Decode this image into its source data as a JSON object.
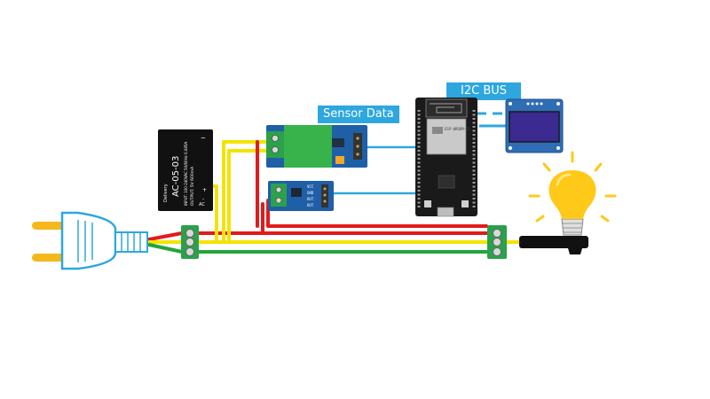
{
  "labels": {
    "sensor_data": "Sensor Data",
    "i2c_bus": "I2C BUS"
  },
  "power_module": {
    "model": "AC-05-03",
    "brand": "Delivery",
    "input_line": "INPUT: 100-240VAC 50/60Hz 0.085A",
    "output_line": "OUTPUT: 5V 600mA",
    "ac_label": "AC",
    "ac_symbol": "~",
    "dc_plus": "+",
    "dc_minus": "-"
  },
  "current_module": {
    "pins": [
      "VCC",
      "GND",
      "OUT",
      "OUT"
    ]
  },
  "esp32": {
    "usb_label": ""
  },
  "colors": {
    "wire_live": "#e21b1b",
    "wire_dc": "#f4e300",
    "wire_ground": "#22a53a",
    "signal": "#2ea7de",
    "pcb_green": "#1f7a4a",
    "pcb_blue": "#1f5fa8",
    "terminal": "#2aa14a",
    "bulb": "#ffc91a",
    "oled_screen": "#3b2a8f"
  }
}
